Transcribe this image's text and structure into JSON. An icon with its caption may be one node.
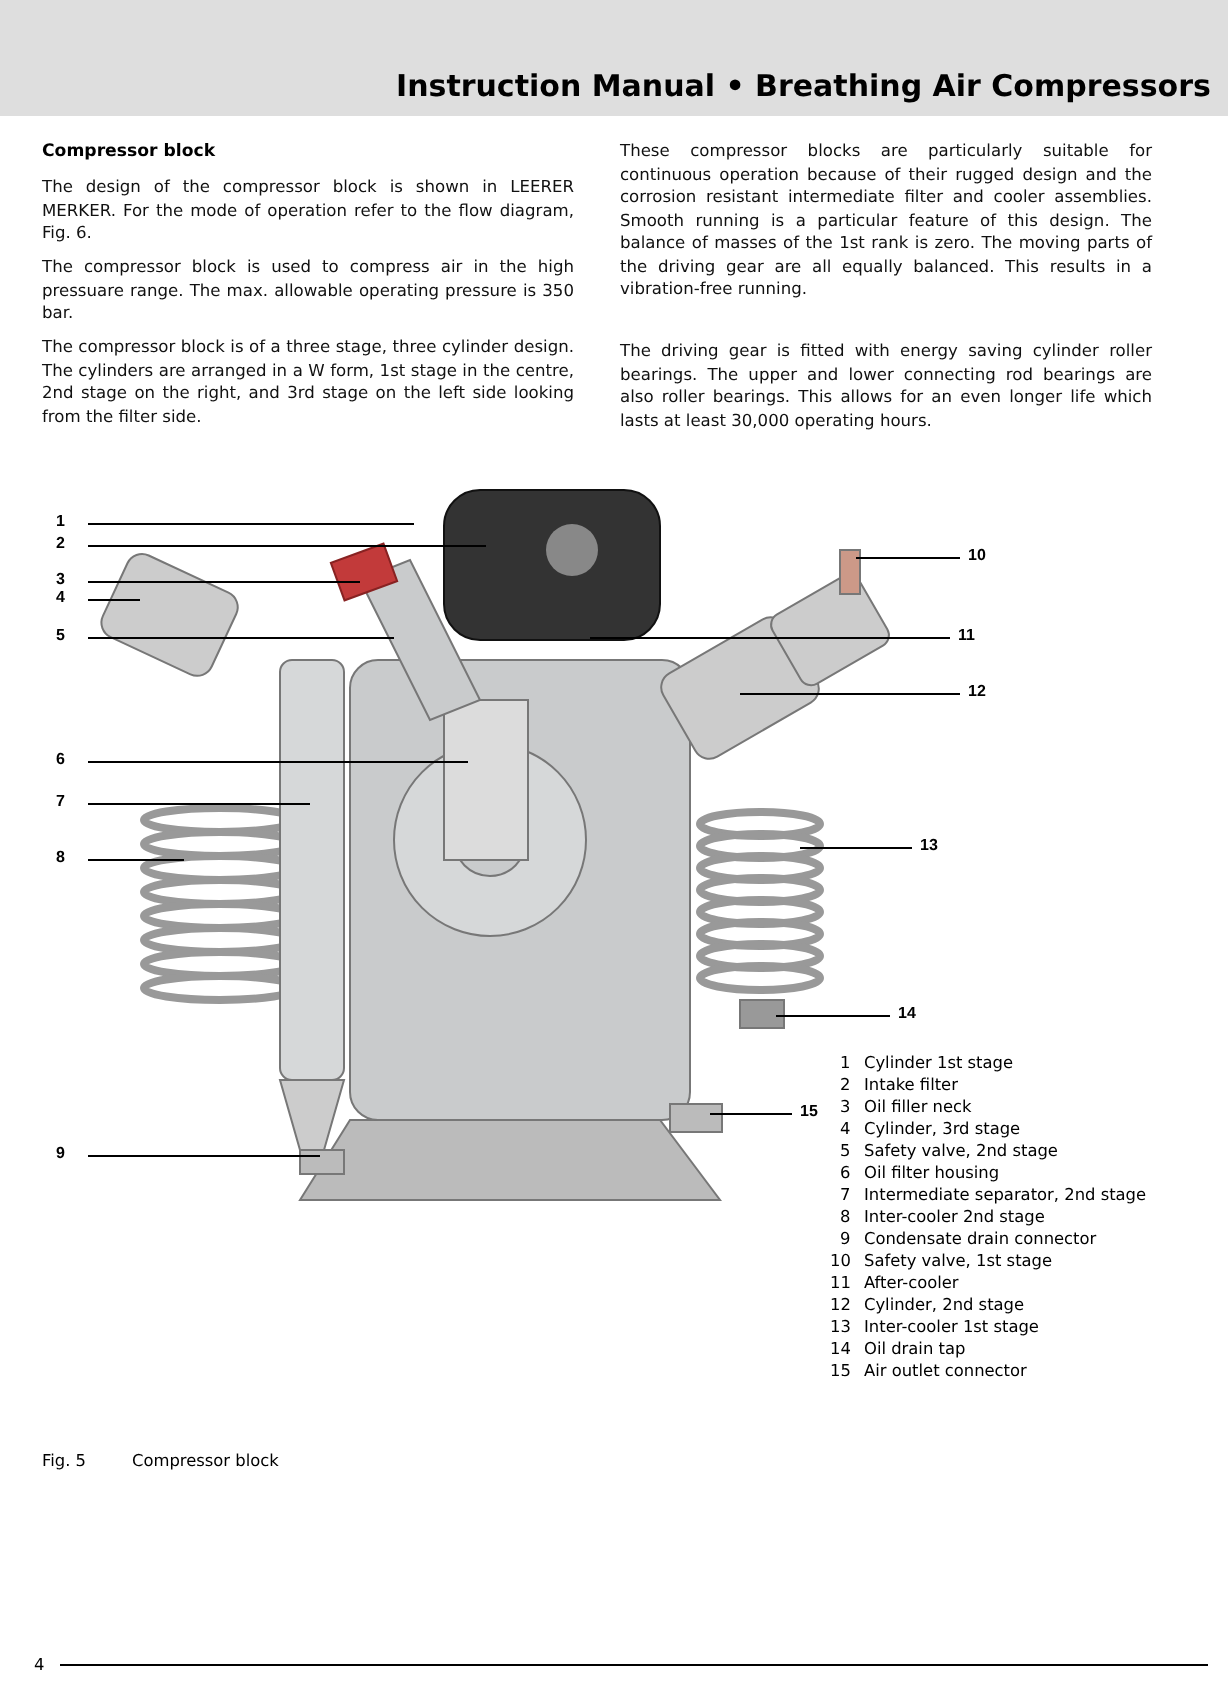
{
  "diagram": {
    "title": "Instruction Manual • Breathing Air Compressors",
    "nodes": [
      {
        "text": [
          "1"
        ]
      },
      {
        "text": [
          "2"
        ]
      },
      {
        "text": [
          "3"
        ]
      },
      {
        "text": [
          "4"
        ]
      },
      {
        "text": [
          "5"
        ]
      },
      {
        "text": [
          "6"
        ]
      },
      {
        "text": [
          "7"
        ]
      },
      {
        "text": [
          "8"
        ]
      },
      {
        "text": [
          "9"
        ]
      },
      {
        "text": [
          "10"
        ]
      },
      {
        "text": [
          "11"
        ]
      },
      {
        "text": [
          "12"
        ]
      },
      {
        "text": [
          "13"
        ]
      },
      {
        "text": [
          "14"
        ]
      },
      {
        "text": [
          "15"
        ]
      }
    ],
    "edges": [
      {
        "from": 0,
        "to": null,
        "arrow": "none"
      },
      {
        "from": 1,
        "to": null,
        "arrow": "none"
      },
      {
        "from": 2,
        "to": null,
        "arrow": "none"
      },
      {
        "from": 3,
        "to": null,
        "arrow": "none"
      },
      {
        "from": 4,
        "to": null,
        "arrow": "none"
      },
      {
        "from": 5,
        "to": null,
        "arrow": "none"
      },
      {
        "from": 6,
        "to": null,
        "arrow": "none"
      },
      {
        "from": 7,
        "to": null,
        "arrow": "none"
      },
      {
        "from": 8,
        "to": null,
        "arrow": "none"
      },
      {
        "from": 9,
        "to": null,
        "arrow": "none"
      },
      {
        "from": 10,
        "to": null,
        "arrow": "none"
      },
      {
        "from": 11,
        "to": null,
        "arrow": "none"
      },
      {
        "from": 12,
        "to": null,
        "arrow": "none"
      },
      {
        "from": 13,
        "to": null,
        "arrow": "none"
      },
      {
        "from": 14,
        "to": null,
        "arrow": "none"
      }
    ],
    "labels": [
      "Compressor block",
      "The design of the compressor block is shown in LEERER MERKER. For the mode of operation refer to the flow diagram, Fig. 6.",
      "The compressor block is used to compress air in the high pressuare range. The max. allowable operating pressure is 350 bar.",
      "The compressor block is of a three stage, three cylinder design. The cylinders are arranged in a W form, 1st stage in the centre, 2nd stage on the right, and 3rd stage on the left side looking from the filter side.",
      "These compressor blocks are particularly suitable for continuous operation because of their rugged design and the corrosion resistant intermediate filter and cooler assemblies. Smooth running is a particular feature of this design. The balance of masses of the 1st rank is zero. The moving parts of the driving gear are all equally balanced. This results in a vibration-free running.",
      "The driving gear is fitted with energy saving cylinder roller bearings. The upper and lower connecting rod bearings are also roller bearings. This allows for an even longer life which lasts at least 30,000 operating hours.",
      "1",
      "Cylinder 1st stage",
      "2",
      "Intake filter",
      "3",
      "Oil filler neck",
      "4",
      "Cylinder, 3rd stage",
      "5",
      "Safety valve, 2nd stage",
      "6",
      "Oil filter housing",
      "7",
      "Intermediate separator, 2nd stage",
      "8",
      "Inter-cooler 2nd stage",
      "9",
      "Condensate drain connector",
      "10",
      "Safety valve, 1st stage",
      "11",
      "After-cooler",
      "12",
      "Cylinder, 2nd stage",
      "13",
      "Inter-cooler 1st stage",
      "14",
      "Oil drain tap",
      "15",
      "Air outlet connector",
      "Fig. 5",
      "Compressor block",
      "4"
    ]
  }
}
